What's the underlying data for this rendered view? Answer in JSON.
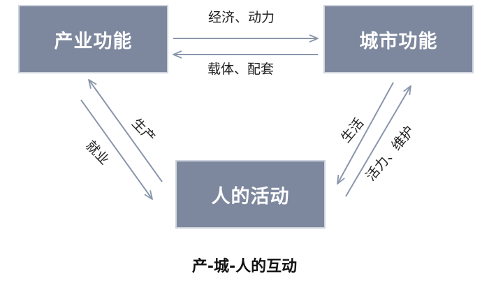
{
  "nodes": {
    "industry": "产业功能",
    "city": "城市功能",
    "human": "人的活动"
  },
  "edges": {
    "industry_to_city": "经济、动力",
    "city_to_industry": "载体、配套",
    "human_to_industry": "生产",
    "industry_to_human": "就业",
    "city_to_human": "生活",
    "human_to_city": "活力、维护"
  },
  "caption": "产-城-人的互动",
  "colors": {
    "node_fill": "#7d879d",
    "node_border": "#cfd4dd",
    "arrow": "#8a96ab"
  }
}
